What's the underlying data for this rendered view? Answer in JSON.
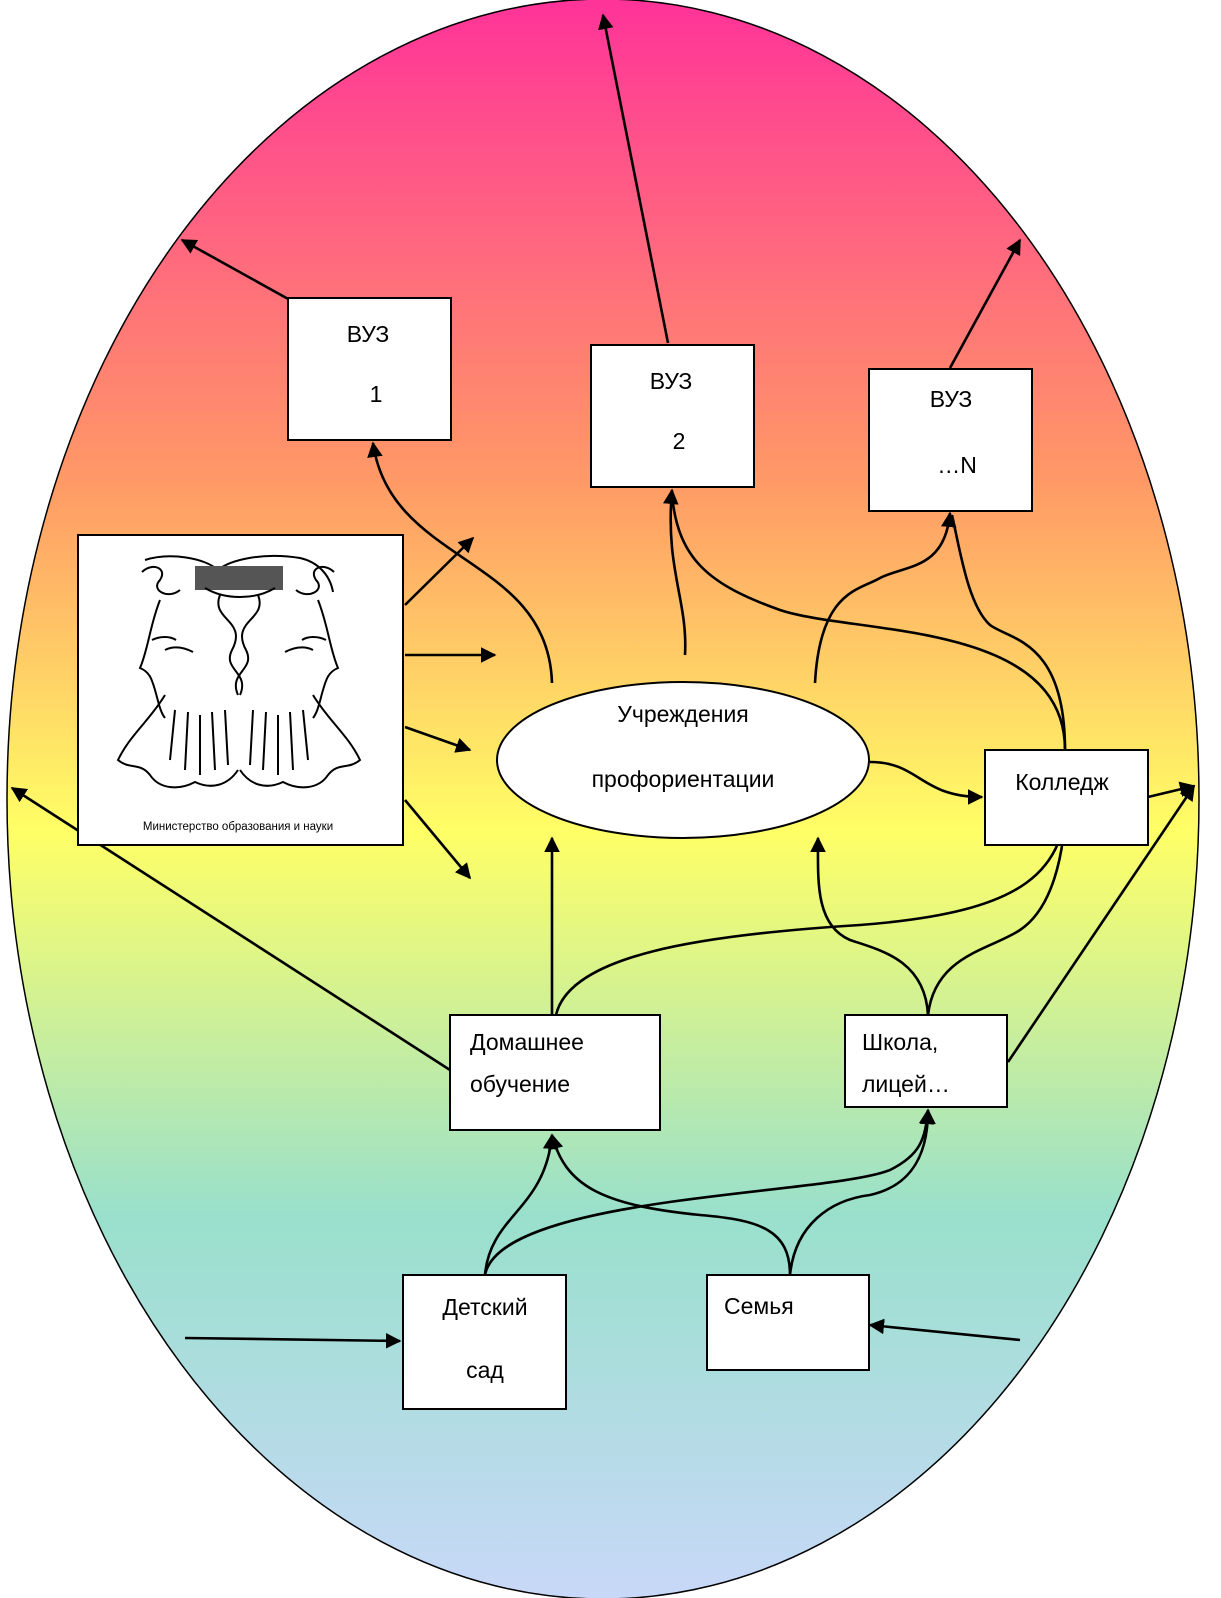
{
  "colors": {
    "gradient_top": "#ff3399",
    "gradient_upper": "#ff9966",
    "gradient_middle": "#ffff66",
    "gradient_lower": "#99e0cc",
    "gradient_bottom": "#c8d8f8",
    "box_fill": "#ffffff",
    "stroke": "#000000"
  },
  "nodes": {
    "vuz1": {
      "line1": "ВУЗ",
      "line2": "1"
    },
    "vuz2": {
      "line1": "ВУЗ",
      "line2": "2"
    },
    "vuzn": {
      "line1": "ВУЗ",
      "line2": "…N"
    },
    "proforientation": {
      "line1": "Учреждения",
      "line2": "профориентации"
    },
    "college": {
      "label": "Колледж"
    },
    "home_schooling": {
      "line1": "Домашнее",
      "line2": "обучение"
    },
    "school": {
      "line1": "Школа,",
      "line2": "лицей…"
    },
    "kindergarten": {
      "line1": "Детский",
      "line2": "сад"
    },
    "family": {
      "label": "Семья"
    }
  },
  "ministry": {
    "caption": "Министерство образования и науки",
    "emblem_icon": "janus-head-icon"
  }
}
